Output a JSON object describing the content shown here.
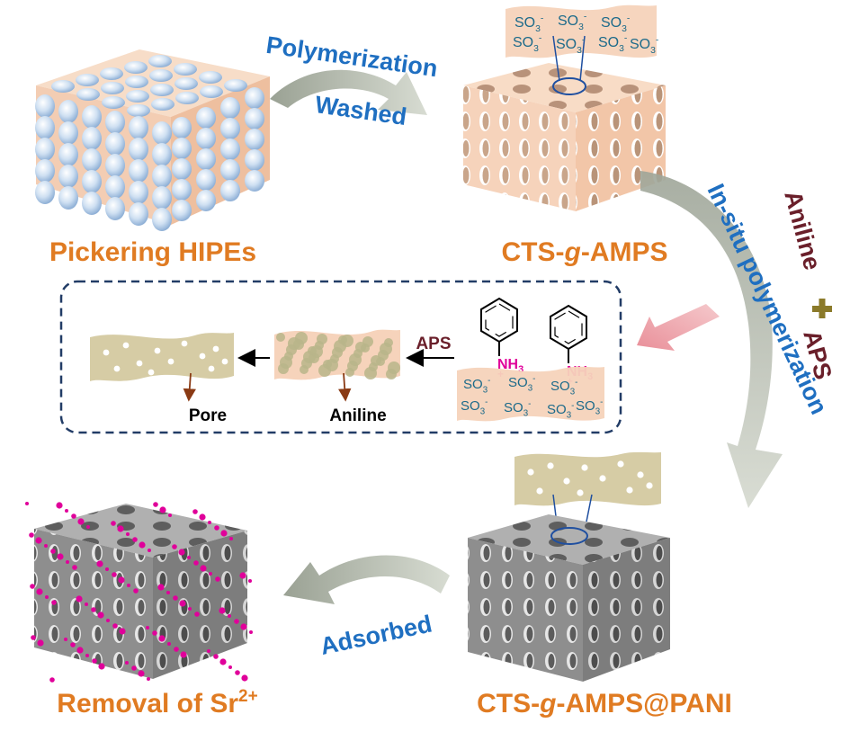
{
  "stages": {
    "hipes": "Pickering HIPEs",
    "cts_prefix": "CTS-",
    "cts_italic": "g",
    "cts_suffix": "-AMPS",
    "pani_prefix": "CTS-",
    "pani_italic": "g",
    "pani_suffix": "-AMPS@PANI",
    "removal_prefix": "Removal of Sr",
    "removal_sup": "2+"
  },
  "steps": {
    "polymerization": "Polymerization",
    "washed": "Washed",
    "insitu": "In-situ polymerization",
    "aniline": "Aniline",
    "aps": "APS",
    "adsorbed": "Adsorbed"
  },
  "inset": {
    "aps": "APS",
    "pore": "Pore",
    "aniline": "Aniline",
    "nh3": "NH",
    "nh3_sub": "3",
    "plus": "+",
    "so3": "SO",
    "so3_sub": "3",
    "so3_sup": "-"
  },
  "colors": {
    "orange": "#e07b22",
    "blue": "#1f6fc1",
    "maroon": "#6a1f2a",
    "magenta": "#e0009a",
    "teal": "#1c6a8a",
    "khaki": "#d6cca5",
    "peach": "#f6d3bb",
    "gray_cube": "#9a9a9a",
    "dashed_box": "#223c66"
  }
}
